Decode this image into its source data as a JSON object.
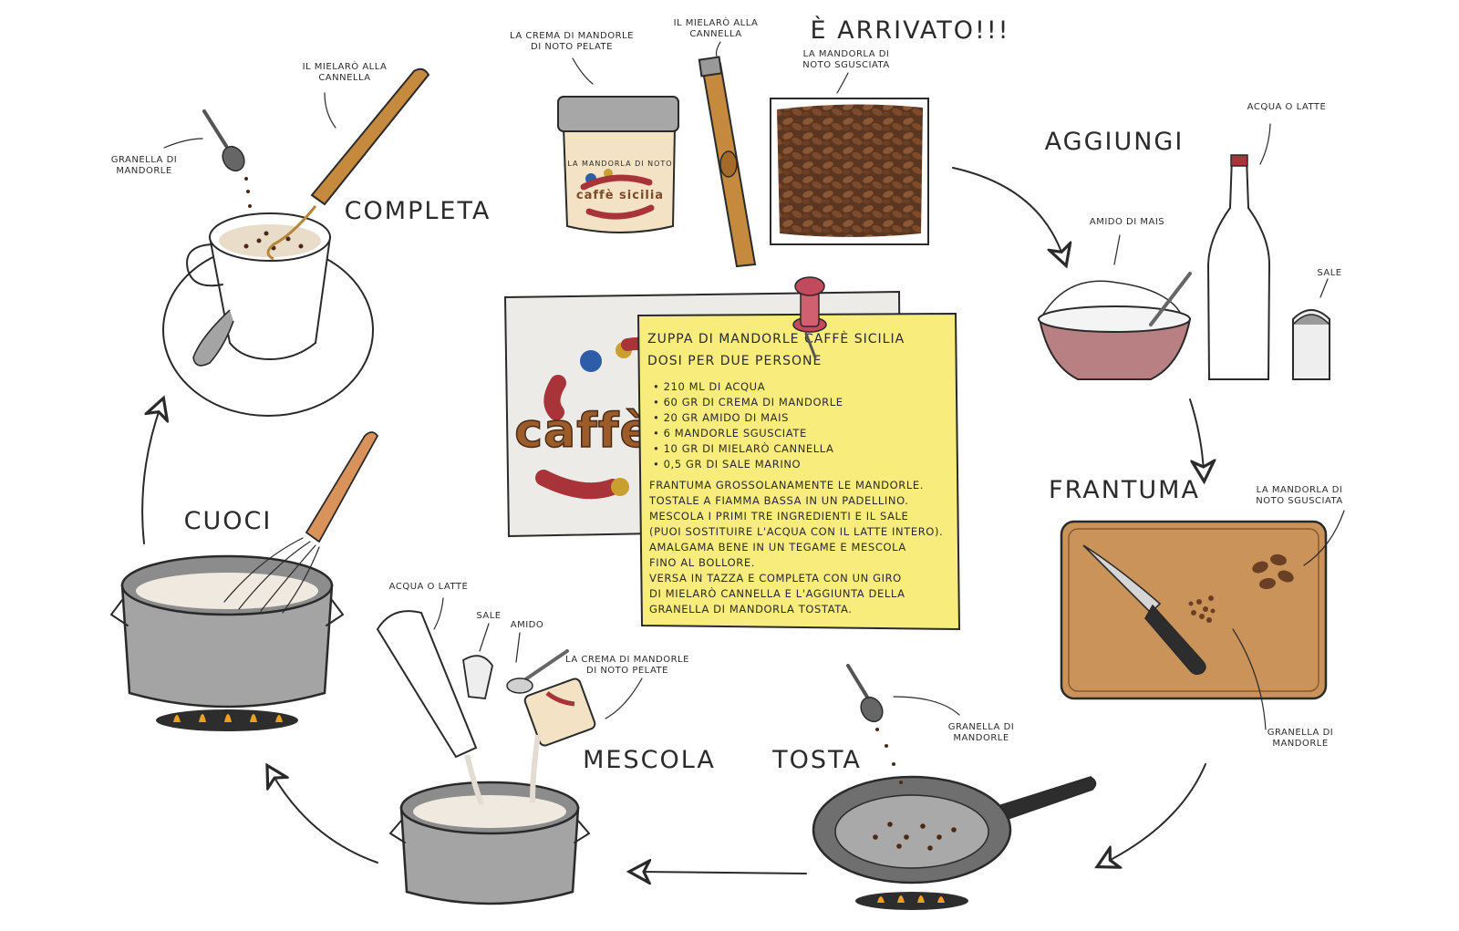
{
  "steps": {
    "arrivato": "È ARRIVATO!!!",
    "aggiungi": "AGGIUNGI",
    "frantuma": "FRANTUMA",
    "tosta": "TOSTA",
    "mescola": "MESCOLA",
    "cuoci": "CUOCI",
    "completa": "COMPLETA"
  },
  "annotations": {
    "crema_top": [
      "LA CREMA DI MANDORLE",
      "DI NOTO PELATE"
    ],
    "mielaro_top": [
      "IL MIELARÒ ALLA",
      "CANNELLA"
    ],
    "mandorla_top": [
      "LA MANDORLA DI",
      "NOTO SGUSCIATA"
    ],
    "acqua_latte_top": "ACQUA O LATTE",
    "amido_mais": "AMIDO DI MAIS",
    "sale_top": "SALE",
    "mandorla_right": [
      "LA MANDORLA DI",
      "NOTO SGUSCIATA"
    ],
    "granella_right": [
      "GRANELLA DI",
      "MANDORLE"
    ],
    "granella_tosta": [
      "GRANELLA DI",
      "MANDORLE"
    ],
    "acqua_latte_bottom": "ACQUA O LATTE",
    "sale_bottom": "SALE",
    "amido_bottom": "AMIDO",
    "crema_bottom": [
      "LA CREMA DI MANDORLE",
      "DI NOTO PELATE"
    ],
    "mielaro_left": [
      "IL MIELARÒ ALLA",
      "CANNELLA"
    ],
    "granella_left": [
      "GRANELLA DI",
      "MANDORLE"
    ]
  },
  "jar_label": "LA MANDORLA DI NOTO",
  "brand": "caffè sicilia",
  "poster_brand": "caffè",
  "recipe": {
    "title": "ZUPPA DI MANDORLE CAFFÈ SICILIA",
    "subtitle": "DOSI PER DUE PERSONE",
    "ingredients": [
      "• 210 ML DI ACQUA",
      "• 60 GR DI CREMA DI MANDORLE",
      "• 20 GR AMIDO DI MAIS",
      "• 6 MANDORLE SGUSCIATE",
      "• 10 GR DI MIELARÒ CANNELLA",
      "• 0,5 GR DI SALE MARINO"
    ],
    "steps": [
      "FRANTUMA GROSSOLANAMENTE LE MANDORLE.",
      "TOSTALE A FIAMMA BASSA IN UN PADELLINO.",
      "MESCOLA I PRIMI TRE INGREDIENTI E IL SALE",
      "(PUOI SOSTITUIRE L'ACQUA CON IL LATTE INTERO).",
      "AMALGAMA BENE IN UN TEGAME E MESCOLA",
      "FINO AL BOLLORE.",
      "VERSA IN TAZZA E COMPLETA CON UN GIRO",
      "DI MIELARÒ CANNELLA E L'AGGIUNTA DELLA",
      "GRANELLA DI MANDORLA TOSTATA."
    ]
  },
  "colors": {
    "note_yellow": "#f7ec7c",
    "almond_brown": "#7a4a2a",
    "pot_gray": "#a4a4a4",
    "board_tan": "#c9935a",
    "pin_red": "#c14a5c",
    "brand_red": "#a8343a",
    "brand_blue": "#2e5da8"
  }
}
